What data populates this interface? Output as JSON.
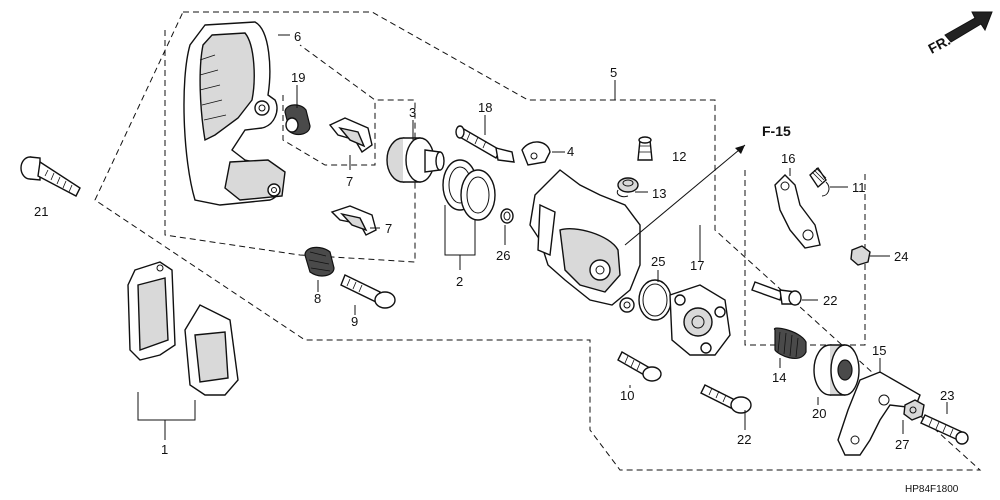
{
  "diagram": {
    "labels": {
      "p1": "1",
      "p2": "2",
      "p3": "3",
      "p4": "4",
      "p5": "5",
      "p6": "6",
      "p7a": "7",
      "p7b": "7",
      "p8": "8",
      "p9": "9",
      "p10": "10",
      "p11": "11",
      "p12": "12",
      "p13": "13",
      "p14": "14",
      "p15": "15",
      "p16": "16",
      "p17": "17",
      "p18": "18",
      "p19": "19",
      "p20": "20",
      "p21": "21",
      "p22a": "22",
      "p22b": "22",
      "p23": "23",
      "p24": "24",
      "p25": "25",
      "p26": "26",
      "p27": "27"
    },
    "ref_label": "F-15",
    "front_label": "FR.",
    "drawing_code": "HP84F1800"
  }
}
